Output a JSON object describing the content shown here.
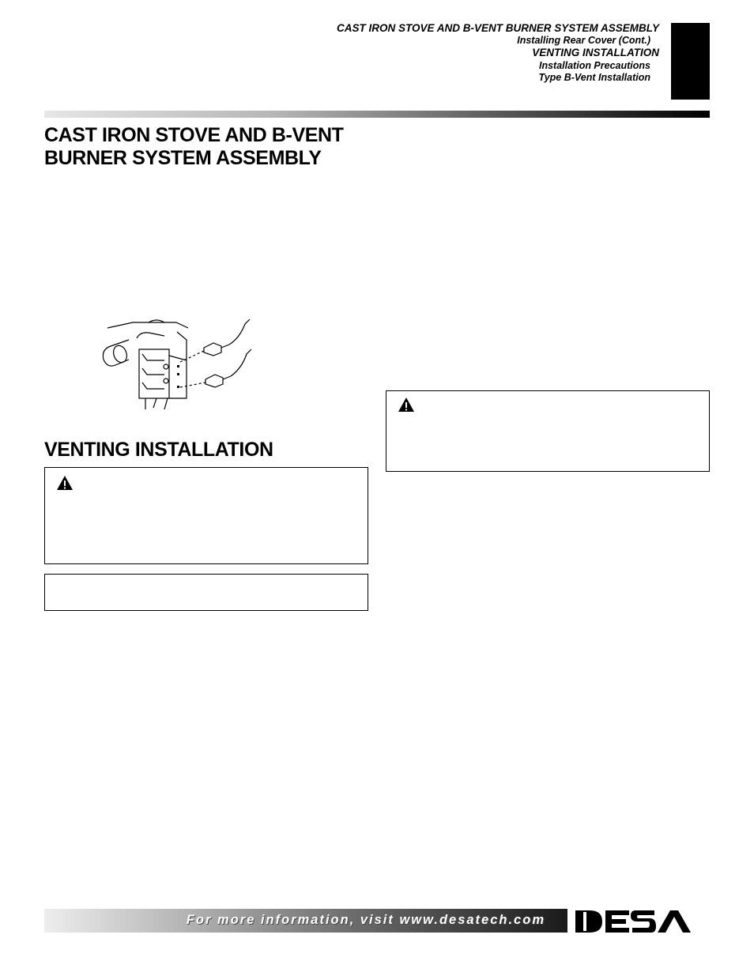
{
  "header": {
    "section_title": "CAST IRON STOVE AND B-VENT BURNER SYSTEM ASSEMBLY",
    "sub1": "Installing Rear Cover (Cont.)",
    "section2": "VENTING INSTALLATION",
    "sub2": "Installation Precautions",
    "sub3": "Type B-Vent Installation"
  },
  "headings": {
    "h1_line1": "CAST IRON STOVE AND B-VENT",
    "h1_line2": "BURNER SYSTEM ASSEMBLY",
    "h2": "VENTING INSTALLATION"
  },
  "icons": {
    "warning": "warning-triangle-icon",
    "logo": "desa-logo"
  },
  "footer": {
    "text": "For more information, visit www.desatech.com"
  }
}
